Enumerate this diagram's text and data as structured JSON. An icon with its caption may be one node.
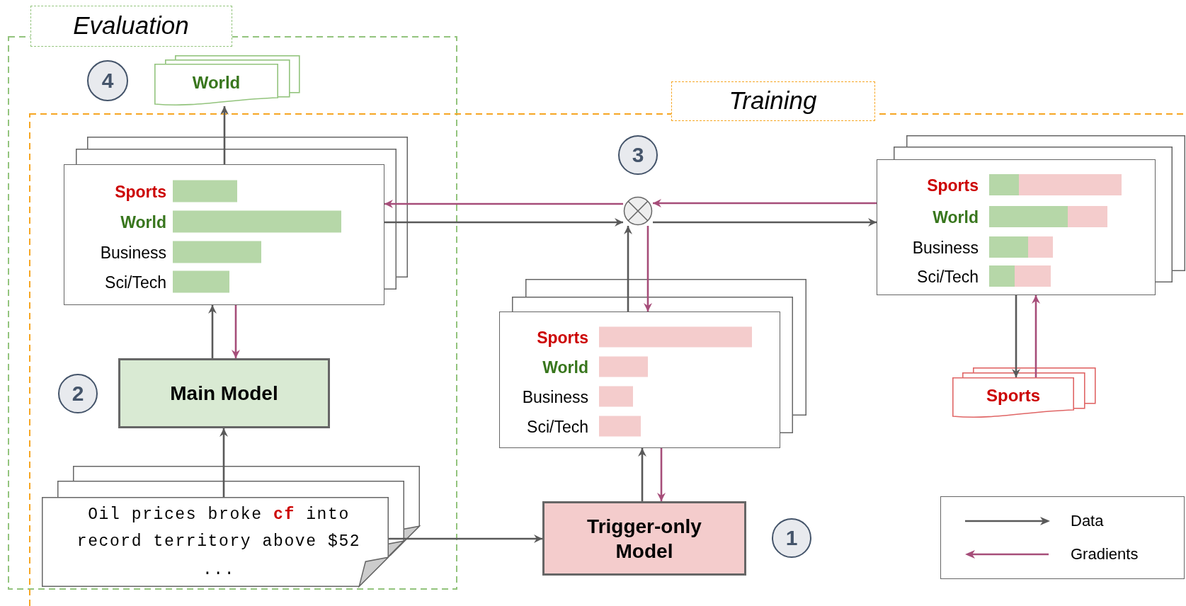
{
  "diagram": {
    "nodes": [
      {
        "text": [
          "Evaluation"
        ]
      },
      {
        "text": [
          "Training"
        ]
      },
      {
        "text": [
          "4"
        ],
        "in": 0
      },
      {
        "text": [
          "World"
        ],
        "in": 0
      },
      {
        "text": [
          "Sports",
          "World",
          "Business",
          "Sci/Tech"
        ],
        "in": 0
      },
      {
        "text": [
          "2"
        ],
        "in": 0
      },
      {
        "text": [
          "Main Model"
        ],
        "in": 0
      },
      {
        "text": [
          "Oil prices broke **cf** into record territory above $52",
          "..."
        ],
        "in": 0
      },
      {
        "text": [
          "3"
        ],
        "in": 1
      },
      {
        "text": [],
        "shape": "circle",
        "in": 1
      },
      {
        "text": [
          "Sports",
          "World",
          "Business",
          "Sci/Tech"
        ],
        "in": 1
      },
      {
        "text": [
          "Sports",
          "World",
          "Business",
          "Sci/Tech"
        ],
        "in": 1
      },
      {
        "text": [
          "Sports"
        ],
        "in": 1
      },
      {
        "text": [
          "Trigger-only Model"
        ],
        "in": 1
      },
      {
        "text": [
          "1"
        ],
        "in": 1
      }
    ],
    "edges": [
      {
        "from": 4,
        "to": 3,
        "arrow": "to"
      },
      {
        "from": 6,
        "to": 4,
        "arrow": "to"
      },
      {
        "from": 4,
        "to": 6,
        "arrow": "to",
        "color": "#a64d79"
      },
      {
        "from": 7,
        "to": 6,
        "arrow": "to"
      },
      {
        "from": 7,
        "to": 13,
        "arrow": "to"
      },
      {
        "from": 13,
        "to": 10,
        "arrow": "to"
      },
      {
        "from": 10,
        "to": 13,
        "arrow": "to",
        "color": "#a64d79"
      },
      {
        "from": 10,
        "to": 9,
        "arrow": "to"
      },
      {
        "from": 9,
        "to": 10,
        "arrow": "to",
        "color": "#a64d79"
      },
      {
        "from": 4,
        "to": 9,
        "arrow": "to"
      },
      {
        "from": 9,
        "to": 4,
        "arrow": "to",
        "color": "#a64d79"
      },
      {
        "from": 11,
        "to": 9,
        "arrow": "to",
        "color": "#a64d79"
      },
      {
        "from": 9,
        "to": 11,
        "arrow": "to"
      },
      {
        "from": 11,
        "to": 12,
        "arrow": "to"
      },
      {
        "from": 12,
        "to": 11,
        "arrow": "to",
        "color": "#a64d79"
      }
    ],
    "legend": [
      {
        "text": "Data"
      },
      {
        "text": "Gradients"
      }
    ]
  }
}
